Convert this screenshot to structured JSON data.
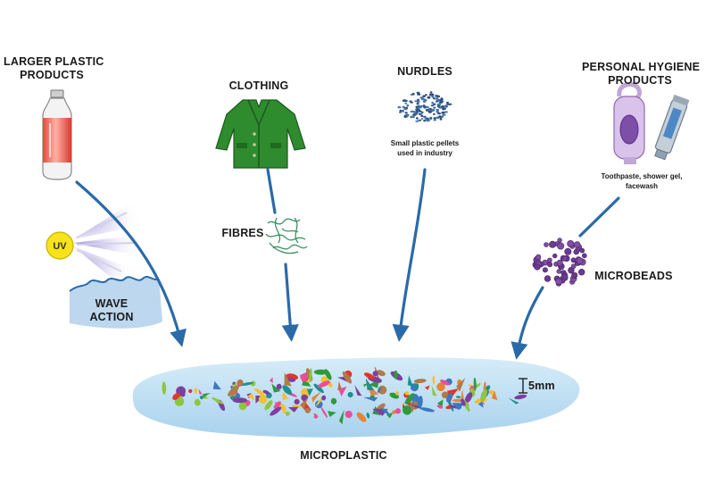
{
  "sources": {
    "larger_plastic": {
      "title_line1": "LARGER PLASTIC",
      "title_line2": "PRODUCTS"
    },
    "clothing": {
      "title": "CLOTHING"
    },
    "nurdles": {
      "title": "NURDLES",
      "caption_line1": "Small plastic pellets",
      "caption_line2": "used in industry"
    },
    "hygiene": {
      "title_line1": "PERSONAL HYGIENE",
      "title_line2": "PRODUCTS",
      "caption_line1": "Toothpaste, shower gel,",
      "caption_line2": "facewash"
    }
  },
  "intermediates": {
    "uv": "UV",
    "wave_line1": "WAVE",
    "wave_line2": "ACTION",
    "fibres": "FIBRES",
    "microbeads": "MICROBEADS"
  },
  "result": {
    "title": "MICROPLASTIC",
    "scale": "5mm"
  },
  "colors": {
    "arrow": "#2a6aa8",
    "water": "#b9dcf0",
    "clothing": "#2e8b2e",
    "nurdles": "#2f4f7f",
    "microbeads": "#6b3a8e",
    "uv_sun": "#f7e21b"
  },
  "icons": [
    "bottle-icon",
    "jacket-icon",
    "pellets-icon",
    "hygiene-bottles-icon",
    "sun-icon",
    "wave-icon",
    "fibres-icon",
    "microbeads-icon"
  ]
}
